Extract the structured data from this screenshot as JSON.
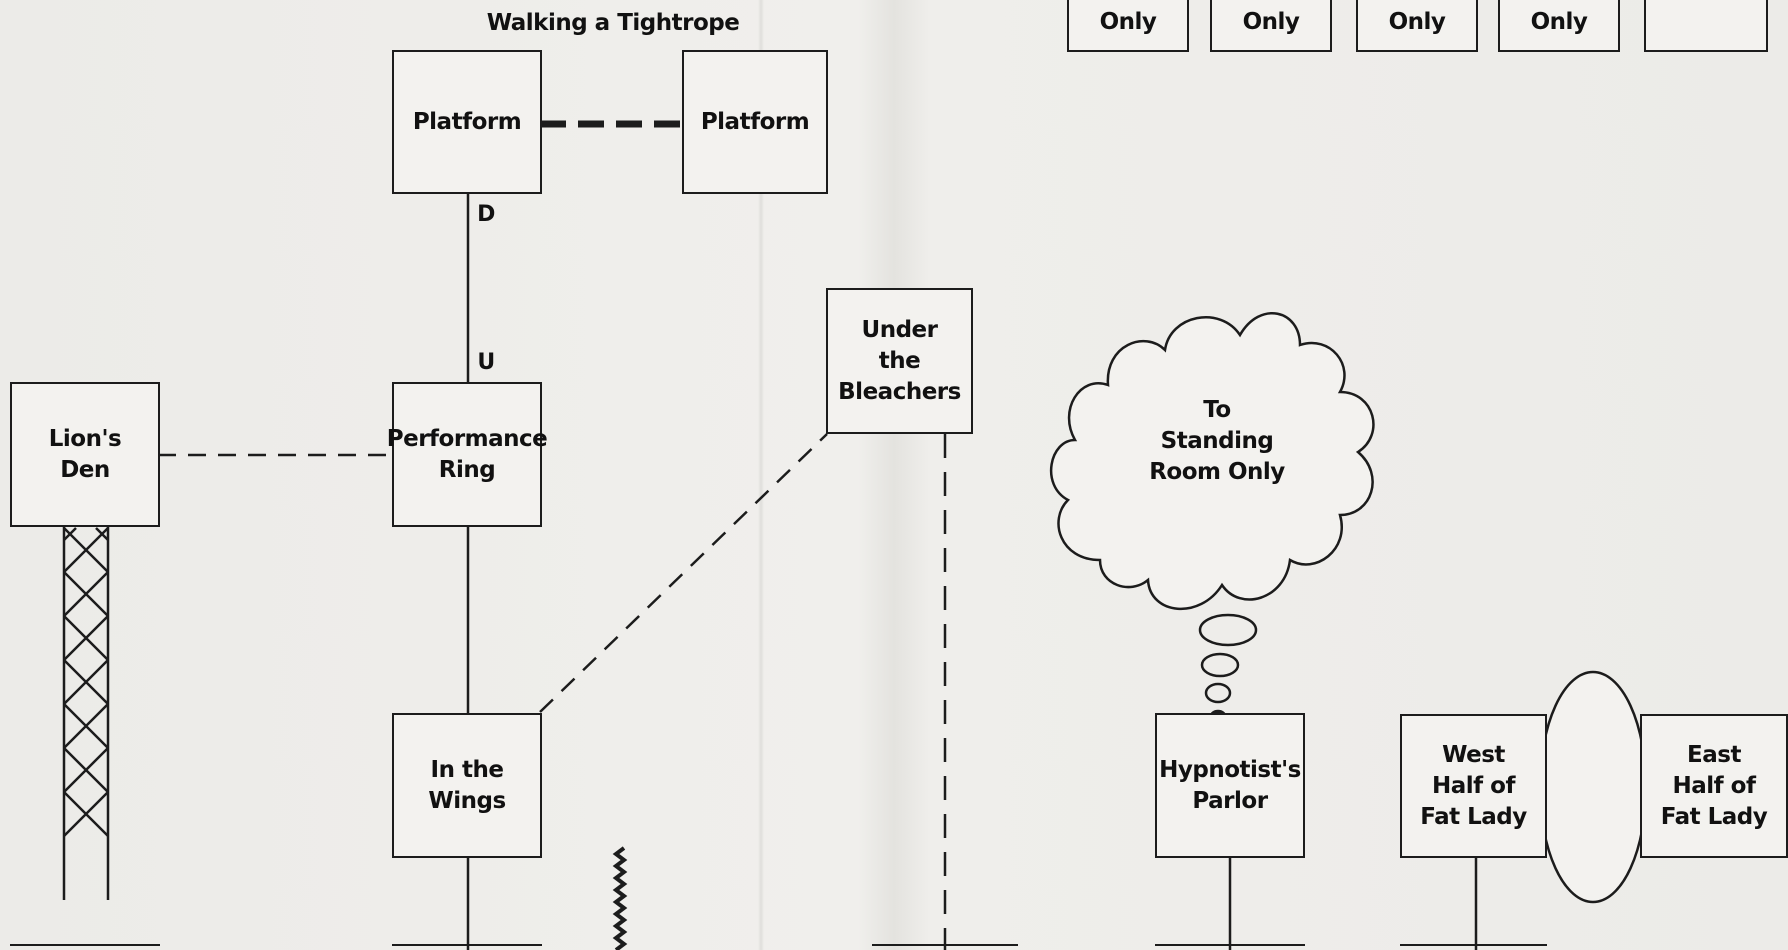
{
  "map": {
    "title": "Walking a Tightrope",
    "rooms": {
      "platform_left": "Platform",
      "platform_right": "Platform",
      "lions_den": "Lion's\nDen",
      "performance_ring": "Performance\nRing",
      "in_the_wings": "In the\nWings",
      "under_the_bleachers": "Under\nthe\nBleachers",
      "hypnotists_parlor": "Hypnotist's\nParlor",
      "west_half_fat_lady": "West\nHalf of\nFat Lady",
      "east_half_fat_lady": "East\nHalf of\nFat Lady"
    },
    "top_row": [
      "Room\nOnly",
      "Room\nOnly",
      "Room\nOnly",
      "Room\nOnly"
    ],
    "cloud_text": "To\nStanding\nRoom Only",
    "directions": {
      "down": "D",
      "up": "U"
    }
  }
}
